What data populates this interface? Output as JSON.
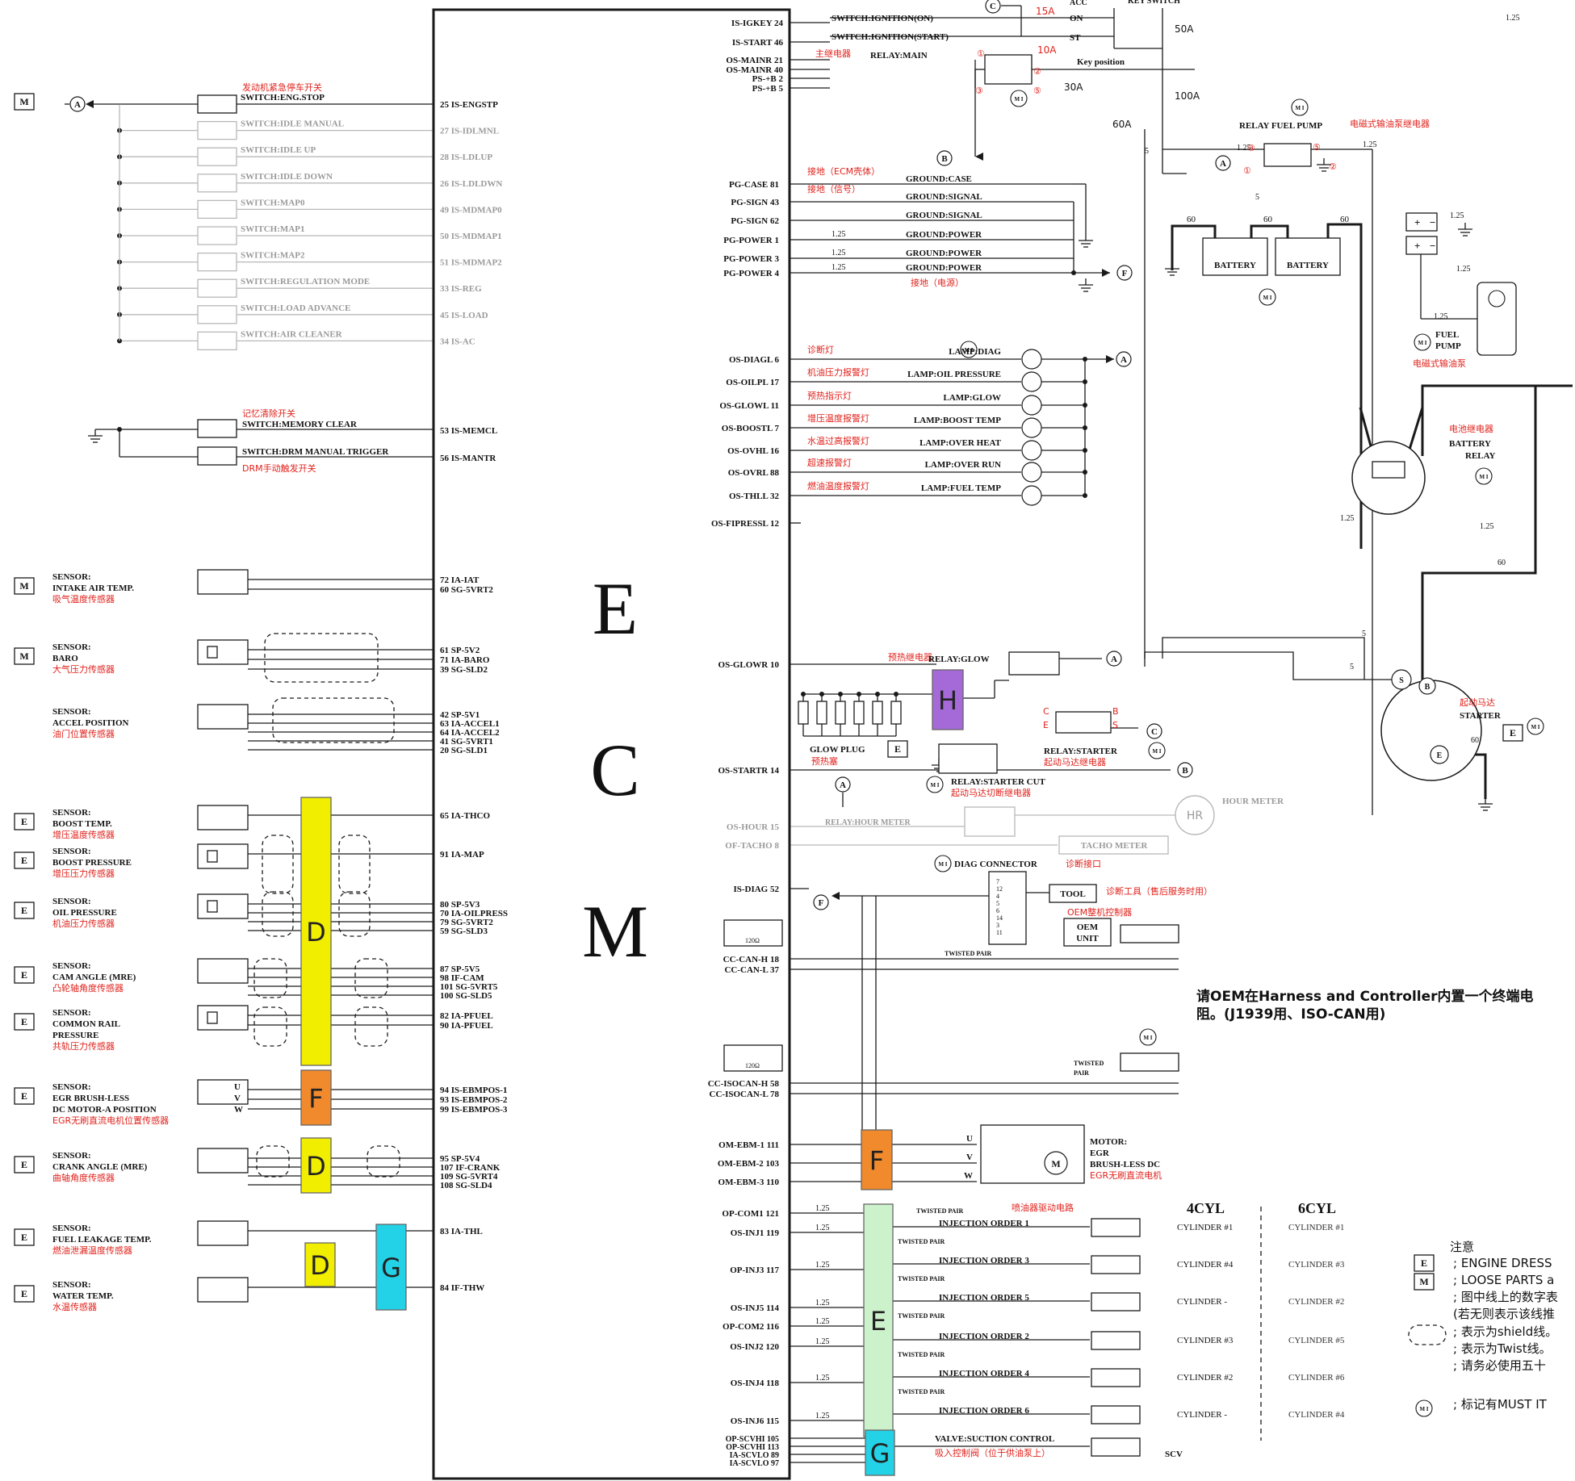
{
  "ecm": {
    "letters": [
      "E",
      "C",
      "M"
    ]
  },
  "colors": {
    "wire": "#1a1a1a",
    "faded": "#b8b8b8",
    "red": "#e0221c",
    "D": "#f2ee00",
    "F": "#f08a2c",
    "E": "#ccf2cc",
    "G": "#23d2e6",
    "H": "#a56ad8"
  },
  "left_switches": [
    {
      "pin": "25 IS-ENGSTP",
      "label": "SWITCH:ENG.STOP",
      "cn": "发动机紧急停车开关",
      "tag": "M",
      "faded": false
    },
    {
      "pin": "27 IS-IDLMNL",
      "label": "SWITCH:IDLE MANUAL",
      "faded": true
    },
    {
      "pin": "28 IS-LDLUP",
      "label": "SWITCH:IDLE UP",
      "faded": true
    },
    {
      "pin": "26 IS-LDLDWN",
      "label": "SWITCH:IDLE DOWN",
      "faded": true
    },
    {
      "pin": "49 IS-MDMAP0",
      "label": "SWITCH:MAP0",
      "faded": true
    },
    {
      "pin": "50 IS-MDMAP1",
      "label": "SWITCH:MAP1",
      "faded": true
    },
    {
      "pin": "51 IS-MDMAP2",
      "label": "SWITCH:MAP2",
      "faded": true
    },
    {
      "pin": "33 IS-REG",
      "label": "SWITCH:REGULATION MODE",
      "faded": true
    },
    {
      "pin": "45 IS-LOAD",
      "label": "SWITCH:LOAD ADVANCE",
      "faded": true
    },
    {
      "pin": "34 IS-AC",
      "label": "SWITCH:AIR CLEANER",
      "faded": true
    }
  ],
  "memory_switches": [
    {
      "pin": "53 IS-MEMCL",
      "label": "SWITCH:MEMORY CLEAR",
      "cn": "记忆清除开关"
    },
    {
      "pin": "56 IS-MANTR",
      "label": "SWITCH:DRM MANUAL TRIGGER",
      "cn": "DRM手动触发开关"
    }
  ],
  "sensors": [
    {
      "tag": "M",
      "lines": [
        "SENSOR:",
        "INTAKE AIR TEMP."
      ],
      "cn": "吸气温度传感器",
      "pins": [
        "72 IA-IAT",
        "60 SG-5VRT2"
      ]
    },
    {
      "tag": "M",
      "lines": [
        "SENSOR:",
        "BARO"
      ],
      "cn": "大气压力传感器",
      "pins": [
        "61 SP-5V2",
        "71 IA-BARO",
        "39 SG-SLD2"
      ]
    },
    {
      "tag": "",
      "lines": [
        "SENSOR:",
        "ACCEL POSITION"
      ],
      "cn": "油门位置传感器",
      "pins": [
        "42 SP-5V1",
        "63 IA-ACCEL1",
        "64 IA-ACCEL2",
        "41 SG-5VRT1",
        "20 SG-SLD1"
      ]
    },
    {
      "tag": "E",
      "lines": [
        "SENSOR:",
        "BOOST TEMP."
      ],
      "cn": "增压温度传感器",
      "pins": [
        "65 IA-THCO"
      ]
    },
    {
      "tag": "E",
      "lines": [
        "SENSOR:",
        "BOOST PRESSURE"
      ],
      "cn": "增压压力传感器",
      "pins": [
        "91 IA-MAP"
      ]
    },
    {
      "tag": "E",
      "lines": [
        "SENSOR:",
        "OIL PRESSURE"
      ],
      "cn": "机油压力传感器",
      "pins": [
        "80 SP-5V3",
        "70 IA-OILPRESS",
        "79 SG-5VRT2",
        "59 SG-SLD3"
      ]
    },
    {
      "tag": "E",
      "lines": [
        "SENSOR:",
        "CAM ANGLE (MRE)"
      ],
      "cn": "凸轮轴角度传感器",
      "pins": [
        "87 SP-5V5",
        "98 IF-CAM",
        "101 SG-5VRT5",
        "100 SG-SLD5"
      ]
    },
    {
      "tag": "E",
      "lines": [
        "SENSOR:",
        "COMMON RAIL",
        "PRESSURE"
      ],
      "cn": "共轨压力传感器",
      "pins": [
        "82 IA-PFUEL",
        "90 IA-PFUEL"
      ]
    },
    {
      "tag": "E",
      "lines": [
        "SENSOR:",
        "EGR BRUSH-LESS",
        "DC MOTOR-A POSITION"
      ],
      "cn": "EGR无刷直流电机位置传感器",
      "pins": [
        "94 IS-EBMPOS-1",
        "93 IS-EBMPOS-2",
        "99 IS-EBMPOS-3"
      ]
    },
    {
      "tag": "E",
      "lines": [
        "SENSOR:",
        "CRANK ANGLE (MRE)"
      ],
      "cn": "曲轴角度传感器",
      "pins": [
        "95 SP-5V4",
        "107 IF-CRANK",
        "109 SG-5VRT4",
        "108 SG-SLD4"
      ]
    },
    {
      "tag": "E",
      "lines": [
        "SENSOR:",
        "FUEL LEAKAGE TEMP."
      ],
      "cn": "燃油泄漏温度传感器",
      "pins": [
        "83 IA-THL"
      ]
    },
    {
      "tag": "E",
      "lines": [
        "SENSOR:",
        "WATER TEMP."
      ],
      "cn": "水温传感器",
      "pins": [
        "84 IF-THW"
      ]
    }
  ],
  "uvw": [
    "U",
    "V",
    "W"
  ],
  "right_power_pins": [
    "IS-IGKEY 24",
    "IS-START 46",
    "OS-MAINR 21",
    "OS-MAINR 40",
    "PS-+B 2",
    "PS-+B 5"
  ],
  "switch_labels": [
    "SWITCH:IGNITION(ON)",
    "SWITCH:IGNITION(START)"
  ],
  "main_relay": {
    "cn": "主继电器",
    "label": "RELAY:MAIN"
  },
  "key": {
    "acc": "ACC",
    "on": "ON",
    "st": "ST",
    "position": "Key position",
    "switch": "KEY SWITCH"
  },
  "fuses": [
    "15A",
    "10A",
    "30A",
    "50A",
    "100A",
    "60A"
  ],
  "grounds": [
    {
      "pin": "PG-CASE 81",
      "label": "GROUND:CASE",
      "cn": "接地（ECM壳体）"
    },
    {
      "pin": "PG-SIGN 43",
      "label": "GROUND:SIGNAL",
      "cn": "接地（信号）"
    },
    {
      "pin": "PG-SIGN 62",
      "label": "GROUND:SIGNAL",
      "cn": ""
    },
    {
      "pin": "PG-POWER 1",
      "label": "GROUND:POWER",
      "cn": ""
    },
    {
      "pin": "PG-POWER 3",
      "label": "GROUND:POWER",
      "cn": ""
    },
    {
      "pin": "PG-POWER 4",
      "label": "GROUND:POWER",
      "cn": "接地（电源）"
    }
  ],
  "lamps": [
    {
      "pin": "OS-DIAGL 6",
      "label": "LAMP:DIAG",
      "cn": "诊断灯"
    },
    {
      "pin": "OS-OILPL 17",
      "label": "LAMP:OIL PRESSURE",
      "cn": "机油压力报警灯"
    },
    {
      "pin": "OS-GLOWL 11",
      "label": "LAMP:GLOW",
      "cn": "预热指示灯"
    },
    {
      "pin": "OS-BOOSTL 7",
      "label": "LAMP:BOOST TEMP",
      "cn": "增压温度报警灯"
    },
    {
      "pin": "OS-OVHL 16",
      "label": "LAMP:OVER HEAT",
      "cn": "水温过高报警灯"
    },
    {
      "pin": "OS-OVRL 88",
      "label": "LAMP:OVER RUN",
      "cn": "超速报警灯"
    },
    {
      "pin": "OS-THLL 32",
      "label": "LAMP:FUEL TEMP",
      "cn": "燃油温度报警灯"
    }
  ],
  "fipressl": "OS-FIPRESSL 12",
  "glow": {
    "pin": "OS-GLOWR 10",
    "label": "RELAY:GLOW",
    "cn": "预热继电器",
    "plug": "GLOW PLUG",
    "plug_cn": "预热塞"
  },
  "starter": {
    "pin": "OS-STARTR 14",
    "relay": "RELAY:STARTER",
    "relay_cn": "起动马达继电器",
    "cut": "RELAY:STARTER CUT",
    "cut_cn": "起动马达切断继电器",
    "motor": "STARTER",
    "motor_cn": "起动马达"
  },
  "hour": {
    "pin": "OS-HOUR 15",
    "relay": "RELAY:HOUR METER",
    "meter": "HOUR METER",
    "hr": "HR"
  },
  "tacho": {
    "pin": "OF-TACHO 8",
    "label": "TACHO METER"
  },
  "diag": {
    "pin": "IS-DIAG 52",
    "connector": "DIAG CONNECTOR",
    "connector_cn": "诊断接口",
    "tool": "TOOL",
    "tool_cn": "诊断工具（售后服务时用）",
    "oem_cn": "OEM整机控制器",
    "oem": [
      "OEM",
      "UNIT"
    ],
    "pins": [
      "7",
      "12",
      "4",
      "5",
      "6",
      "14",
      "3",
      "11"
    ]
  },
  "can": {
    "pins": [
      "CC-CAN-H 18",
      "CC-CAN-L 37"
    ],
    "iso_pins": [
      "CC-ISOCAN-H 58",
      "CC-ISOCAN-L 78"
    ],
    "res": "120Ω",
    "twisted": "TWISTED PAIR",
    "twisted2": [
      "TWISTED",
      "PAIR"
    ]
  },
  "oem_note": [
    "请OEM在Harness and Controller内置一个终端电",
    "阻。(J1939用、ISO-CAN用)"
  ],
  "egr_motor": {
    "pins": [
      "OM-EBM-1 111",
      "OM-EBM-2 103",
      "OM-EBM-3 110"
    ],
    "lines": [
      "MOTOR:",
      "EGR",
      "BRUSH-LESS DC"
    ],
    "cn": "EGR无刷直流电机"
  },
  "injection": {
    "title_4": "4CYL",
    "title_6": "6CYL",
    "twisted": "TWISTED PAIR",
    "cn": "喷油器驱动电路",
    "pins": [
      "OP-COM1 121",
      "OS-INJ1 119",
      "OP-INJ3 117",
      "OS-INJ5 114",
      "OP-COM2 116",
      "OS-INJ2 120",
      "OS-INJ4 118",
      "OS-INJ6 115"
    ],
    "rows": [
      {
        "label": "INJECTION ORDER 1",
        "c4": "CYLINDER #1",
        "c6": "CYLINDER #1"
      },
      {
        "label": "INJECTION ORDER 3",
        "c4": "CYLINDER #4",
        "c6": "CYLINDER #3"
      },
      {
        "label": "INJECTION ORDER 5",
        "c4": "CYLINDER -",
        "c6": "CYLINDER #2"
      },
      {
        "label": "INJECTION ORDER 2",
        "c4": "CYLINDER #3",
        "c6": "CYLINDER #5"
      },
      {
        "label": "INJECTION ORDER 4",
        "c4": "CYLINDER #2",
        "c6": "CYLINDER #6"
      },
      {
        "label": "INJECTION ORDER 6",
        "c4": "CYLINDER -",
        "c6": "CYLINDER #4"
      }
    ]
  },
  "scv": {
    "pins": [
      "OP-SCVHI 105",
      "OP-SCVHI 113",
      "IA-SCVLO 89",
      "IA-SCVLO 97"
    ],
    "label": "VALVE:SUCTION CONTROL",
    "cn": "吸入控制阀（位于供油泵上）",
    "end": "SCV"
  },
  "battery": {
    "label": "BATTERY",
    "relay": [
      "BATTERY",
      "RELAY"
    ],
    "relay_cn": "电池继电器"
  },
  "fuel_pump": {
    "relay": "RELAY FUEL PUMP",
    "relay_cn": "电磁式输油泵继电器",
    "pump": [
      "FUEL",
      "PUMP"
    ],
    "pump_cn": "电磁式输油泵"
  },
  "wire_sizes": [
    "1.25",
    "5",
    "60"
  ],
  "block_letters": {
    "D": "D",
    "F": "F",
    "E": "E",
    "G": "G",
    "H": "H"
  },
  "mi": "M I",
  "notes": {
    "title": "注意",
    "lines": [
      "; ENGINE DRESS",
      "; LOOSE PARTS a",
      "; 图中线上的数字表",
      "(若无则表示该线推",
      "; 表示为shield线。",
      "; 表示为Twist线。",
      "; 请务必使用五十",
      "; 标记有MUST IT"
    ]
  },
  "refs": [
    "A",
    "B",
    "C",
    "F"
  ],
  "circled": [
    "①",
    "②",
    "③",
    "④",
    "⑤"
  ]
}
